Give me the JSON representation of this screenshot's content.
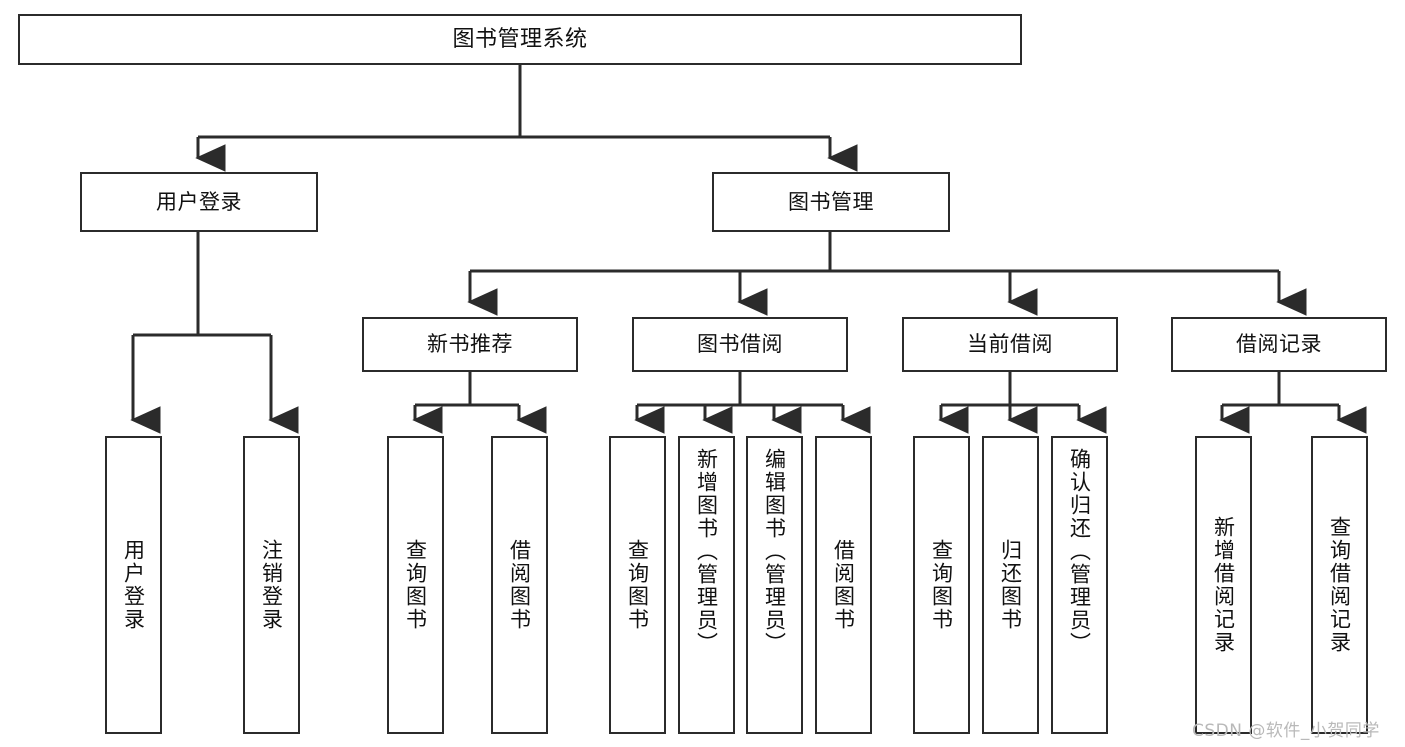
{
  "diagram": {
    "title": "图书管理系统",
    "style": {
      "box_border": "#2b2b2b",
      "box_fill": "#ffffff",
      "line": "#2b2b2b",
      "text": "#111111",
      "watermark": "#b9b9b9"
    },
    "levels": {
      "root": {
        "label": "图书管理系统"
      },
      "level2": [
        {
          "label": "用户登录"
        },
        {
          "label": "图书管理"
        }
      ],
      "level3": [
        {
          "label": "新书推荐"
        },
        {
          "label": "图书借阅"
        },
        {
          "label": "当前借阅"
        },
        {
          "label": "借阅记录"
        }
      ],
      "leaves": {
        "user_login": [
          {
            "label": "用户登录"
          },
          {
            "label": "注销登录"
          }
        ],
        "new_book_recommend": [
          {
            "label": "查询图书"
          },
          {
            "label": "借阅图书"
          }
        ],
        "book_borrow": [
          {
            "label": "查询图书"
          },
          {
            "label": "新增图书（管理员）"
          },
          {
            "label": "编辑图书（管理员）"
          },
          {
            "label": "借阅图书"
          }
        ],
        "current_borrow": [
          {
            "label": "查询图书"
          },
          {
            "label": "归还图书"
          },
          {
            "label": "确认归还（管理员）"
          }
        ],
        "borrow_record": [
          {
            "label": "新增借阅记录"
          },
          {
            "label": "查询借阅记录"
          }
        ]
      }
    },
    "watermark": "CSDN @软件_小贺同学"
  }
}
